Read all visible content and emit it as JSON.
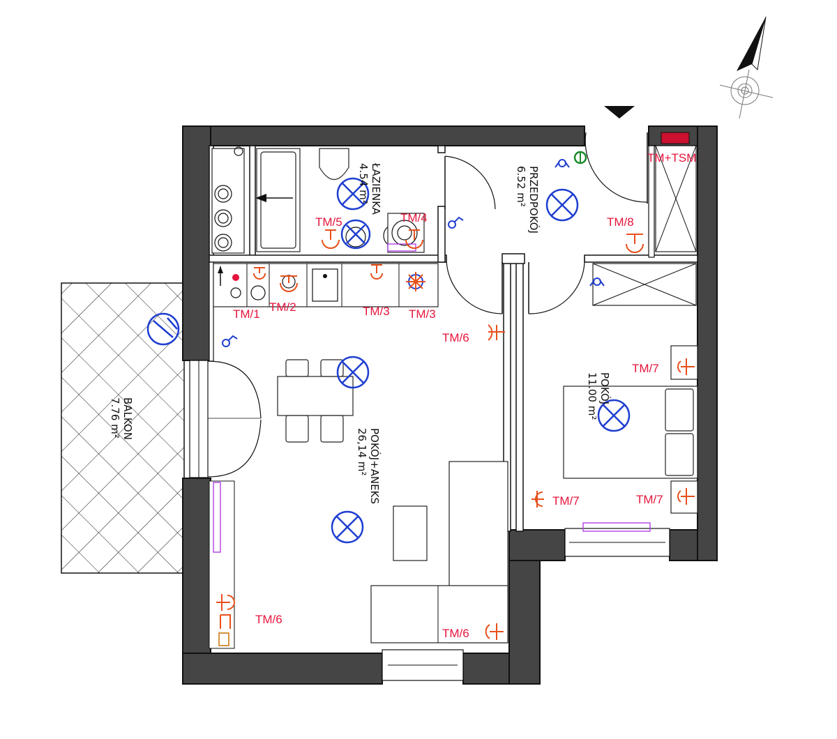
{
  "rooms": {
    "lazienka": {
      "name": "ŁAZIENKA",
      "area": "4.54 m²"
    },
    "przedpokoj": {
      "name": "PRZEDPOKÓJ",
      "area": "6.52 m²"
    },
    "pokoj": {
      "name": "POKÓJ",
      "area": "11.00 m²"
    },
    "pokoj_aneks": {
      "name": "POKÓJ+ANEKS",
      "area": "26,14 m²"
    },
    "balkon": {
      "name": "BALKON",
      "area": "7.76 m²"
    }
  },
  "tags": {
    "tm1": "TM/1",
    "tm2": "TM/2",
    "tm3a": "TM/3",
    "tm3b": "TM/3",
    "tm4": "TM/4",
    "tm5": "TM/5",
    "tm6a": "TM/6",
    "tm6b": "TM/6",
    "tm6c": "TM/6",
    "tm7a": "TM/7",
    "tm7b": "TM/7",
    "tm7c": "TM/7",
    "tm8": "TM/8",
    "tmtsm": "TM+TSM"
  },
  "colors": {
    "wall": "#454545",
    "electrical_light": "#1f3fd0",
    "socket": "#e8501a",
    "tag_text": "#e6143c",
    "cabinet": "#cc1030",
    "heater": "#b040e0"
  }
}
